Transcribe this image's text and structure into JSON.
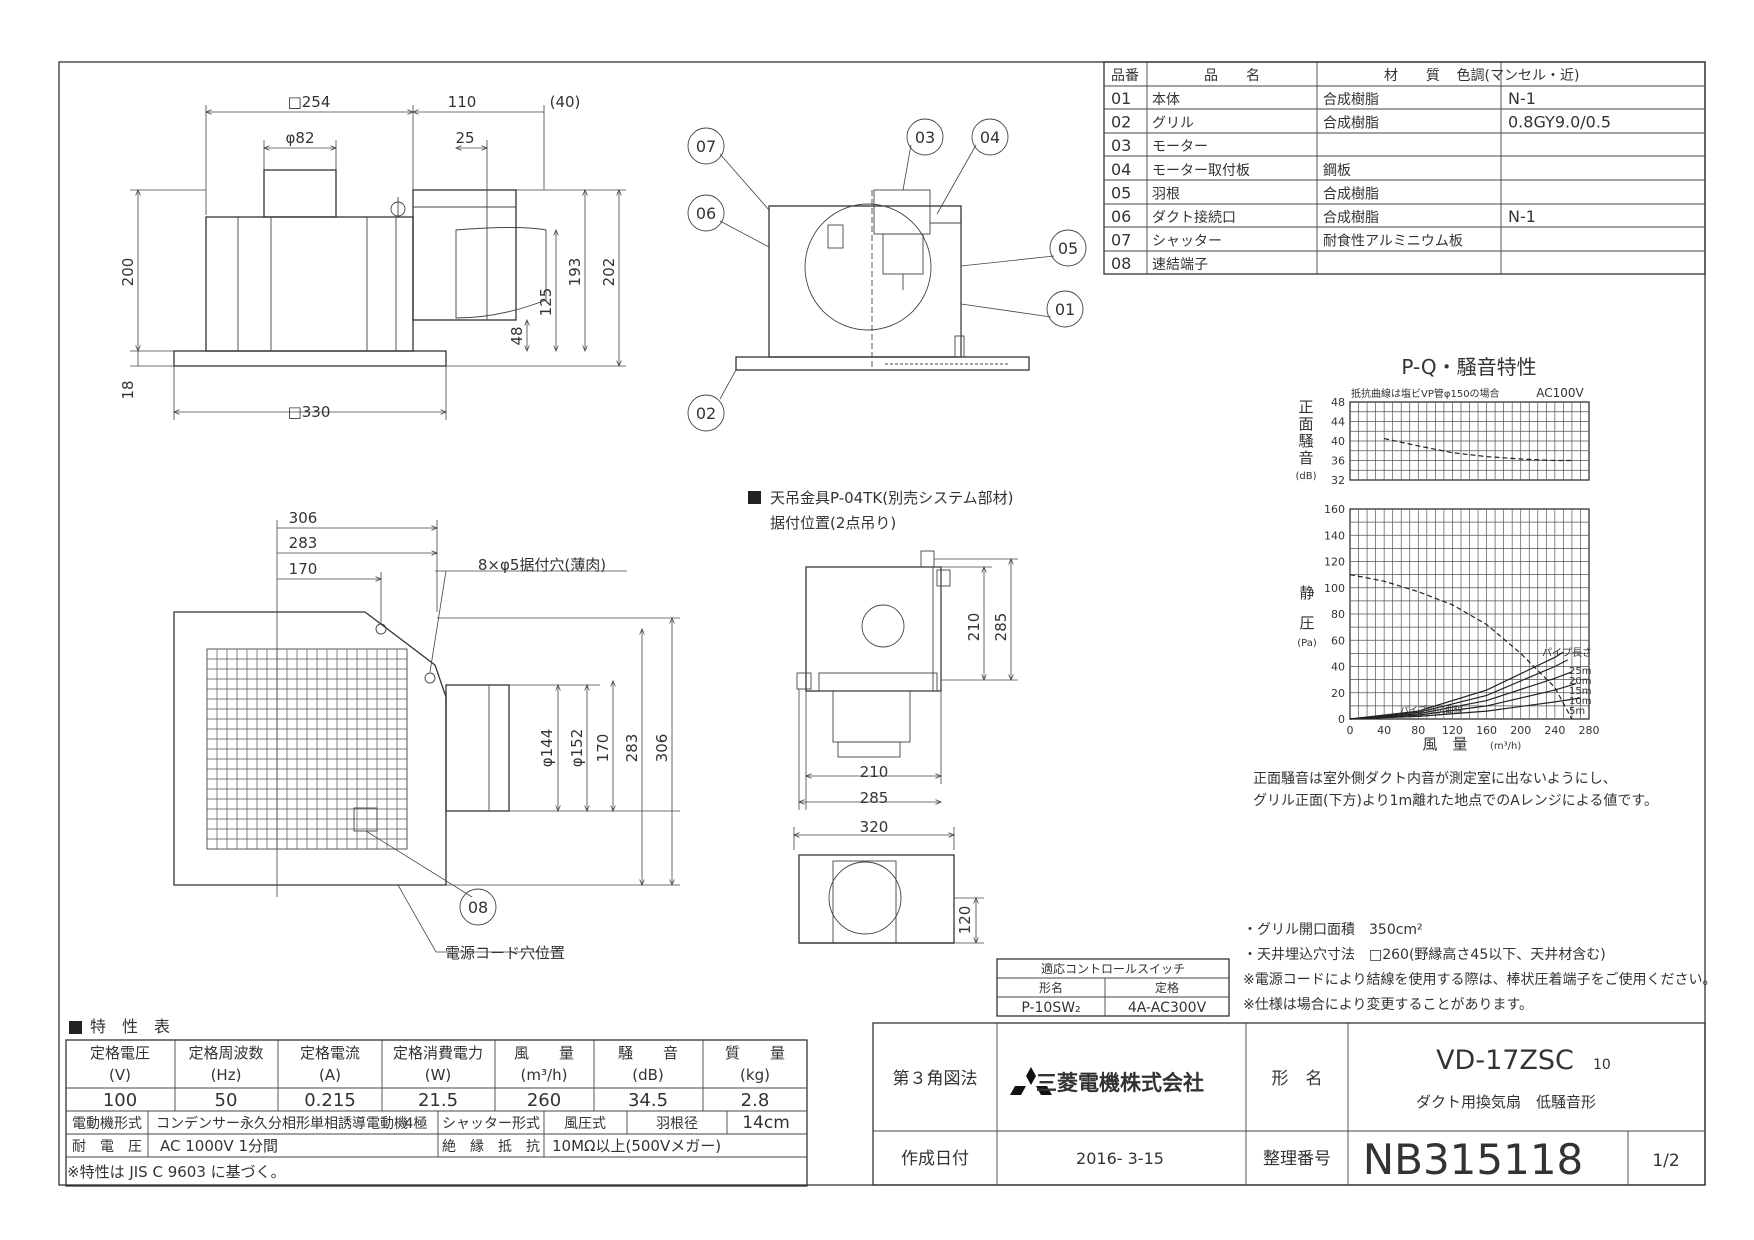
{
  "parts_table": {
    "headers": [
      "品番",
      "品　　名",
      "材　　質",
      "色調(マンセル・近)"
    ],
    "rows": [
      [
        "01",
        "本体",
        "合成樹脂",
        "N-1"
      ],
      [
        "02",
        "グリル",
        "合成樹脂",
        "0.8GY9.0/0.5"
      ],
      [
        "03",
        "モーター",
        "",
        ""
      ],
      [
        "04",
        "モーター取付板",
        "鋼板",
        ""
      ],
      [
        "05",
        "羽根",
        "合成樹脂",
        ""
      ],
      [
        "06",
        "ダクト接続口",
        "合成樹脂",
        "N-1"
      ],
      [
        "07",
        "シャッター",
        "耐食性アルミニウム板",
        ""
      ],
      [
        "08",
        "速結端子",
        "",
        ""
      ]
    ]
  },
  "side_view": {
    "dims": {
      "top_width": "□254",
      "right_depth": "110",
      "right_extra": "(40)",
      "duct_dia": "φ82",
      "duct_offset": "25",
      "body_height": "200",
      "flange": "18",
      "base_width": "□330",
      "duct_h1": "48",
      "duct_h2": "125",
      "duct_h3": "193",
      "total_h": "202"
    }
  },
  "section_view": {
    "callouts": [
      "07",
      "06",
      "03",
      "04",
      "05",
      "01",
      "02"
    ]
  },
  "plan_view": {
    "dims": {
      "w306": "306",
      "w283": "283",
      "w170": "170",
      "holes": "8×φ5据付穴(薄肉)",
      "d144": "φ144",
      "d152": "φ152",
      "h170": "170",
      "h283": "283",
      "h306": "306"
    },
    "callout": "08",
    "cord_label": "電源コード穴位置"
  },
  "bracket_view": {
    "title": "天吊金具P-04TK(別売システム部材)",
    "subtitle": "据付位置(2点吊り)",
    "dims": {
      "v210": "210",
      "v285": "285",
      "h210": "210",
      "h285": "285",
      "w320": "320",
      "h120": "120"
    }
  },
  "pq_chart": {
    "title": "P-Q・騒音特性",
    "noise_note": "抵抗曲線は塩ビVP管φ150の場合",
    "ac": "AC100V",
    "noise_axis_label": [
      "正",
      "面",
      "騒",
      "音"
    ],
    "noise_unit": "(dB)",
    "pressure_axis_label": [
      "静",
      "圧"
    ],
    "pressure_unit": "(Pa)",
    "x_label": "風　量",
    "x_unit": "(m³/h)",
    "pipe_label": "パイプ長さ",
    "pipe_lengths": [
      "25m",
      "20m",
      "15m",
      "10m",
      "5m"
    ],
    "resistance_label": "パイプ抵抗曲線",
    "note_lines": [
      "正面騒音は室外側ダクト内音が測定室に出ないようにし、",
      "グリル正面(下方)より1m離れた地点でのAレンジによる値です。"
    ]
  },
  "chart_data": [
    {
      "type": "line",
      "title": "",
      "xlabel": "風量 (m³/h)",
      "ylabel": "正面騒音 (dB)",
      "xlim": [
        0,
        280
      ],
      "ylim": [
        32,
        48
      ],
      "x_ticks": [],
      "y_ticks": [
        32,
        36,
        40,
        44,
        48
      ],
      "series": [
        {
          "x": [
            40,
            80,
            120,
            160,
            200,
            240,
            260
          ],
          "y": [
            40.5,
            39.0,
            37.6,
            36.8,
            36.3,
            36.0,
            36.0
          ]
        }
      ]
    },
    {
      "type": "line",
      "title": "",
      "xlabel": "風量 (m³/h)",
      "ylabel": "静圧 (Pa)",
      "xlim": [
        0,
        280
      ],
      "ylim": [
        0,
        160
      ],
      "x_ticks": [
        0,
        40,
        80,
        120,
        160,
        200,
        240,
        280
      ],
      "y_ticks": [
        0,
        20,
        40,
        60,
        80,
        100,
        120,
        140,
        160
      ],
      "series": [
        {
          "x": [
            0,
            40,
            80,
            120,
            160,
            200,
            240,
            260
          ],
          "y": [
            110,
            105,
            97,
            87,
            72,
            50,
            24,
            0
          ]
        },
        {
          "name": "25m",
          "x": [
            0,
            80,
            160,
            240,
            250
          ],
          "y": [
            0,
            6,
            22,
            47,
            51
          ]
        },
        {
          "name": "20m",
          "x": [
            0,
            80,
            160,
            240,
            255
          ],
          "y": [
            0,
            5,
            18,
            40,
            45
          ]
        },
        {
          "name": "15m",
          "x": [
            0,
            80,
            160,
            240,
            260
          ],
          "y": [
            0,
            4,
            14,
            31,
            36
          ]
        },
        {
          "name": "10m",
          "x": [
            0,
            80,
            160,
            240,
            265
          ],
          "y": [
            0,
            3,
            10,
            22,
            27
          ]
        },
        {
          "name": "5m",
          "x": [
            0,
            80,
            160,
            240,
            270
          ],
          "y": [
            0,
            2,
            6,
            13,
            16
          ]
        }
      ]
    }
  ],
  "specs": {
    "title": "特　性　表",
    "headers": [
      [
        "定格電圧",
        "(V)"
      ],
      [
        "定格周波数",
        "(Hz)"
      ],
      [
        "定格電流",
        "(A)"
      ],
      [
        "定格消費電力",
        "(W)"
      ],
      [
        "風　　量",
        "(m³/h)"
      ],
      [
        "騒　　音",
        "(dB)"
      ],
      [
        "質　　量",
        "(kg)"
      ]
    ],
    "values": [
      "100",
      "50",
      "0.215",
      "21.5",
      "260",
      "34.5",
      "2.8"
    ],
    "motor_label": "電動機形式",
    "motor_value": "コンデンサー永久分相形単相誘導電動機",
    "poles": "4極",
    "shutter_label": "シャッター形式",
    "shutter_value": "風圧式",
    "blade_label": "羽根径",
    "blade_value": "14cm",
    "voltage_label": "耐　電　圧",
    "voltage_value": "AC 1000V 1分間",
    "insulation_label": "絶　縁　抵　抗",
    "insulation_value": "10MΩ以上(500Vメガー)",
    "note": "※特性は JIS C 9603 に基づく。"
  },
  "switch_table": {
    "title": "適応コントロールスイッチ",
    "col1": "形名",
    "col2": "定格",
    "model": "P-10SW₂",
    "rating": "4A-AC300V"
  },
  "notes": [
    "・グリル開口面積　350cm²",
    "・天井埋込穴寸法　□260(野縁高さ45以下、天井材含む)",
    "※電源コードにより結線を使用する際は、棒状圧着端子をご使用ください。",
    "※仕様は場合により変更することがあります。"
  ],
  "title_block": {
    "projection": "第３角図法",
    "company": "三菱電機株式会社",
    "model_label": "形　名",
    "model": "VD-17ZSC",
    "model_sub": "10",
    "description": "ダクト用換気扇　低騒音形",
    "date_label": "作成日付",
    "date": "2016- 3-15",
    "number_label": "整理番号",
    "number": "NB315118",
    "page": "1/2"
  },
  "colors": {
    "line": "#333333",
    "logo_red": "#e8252a",
    "paper": "#ffffff"
  }
}
